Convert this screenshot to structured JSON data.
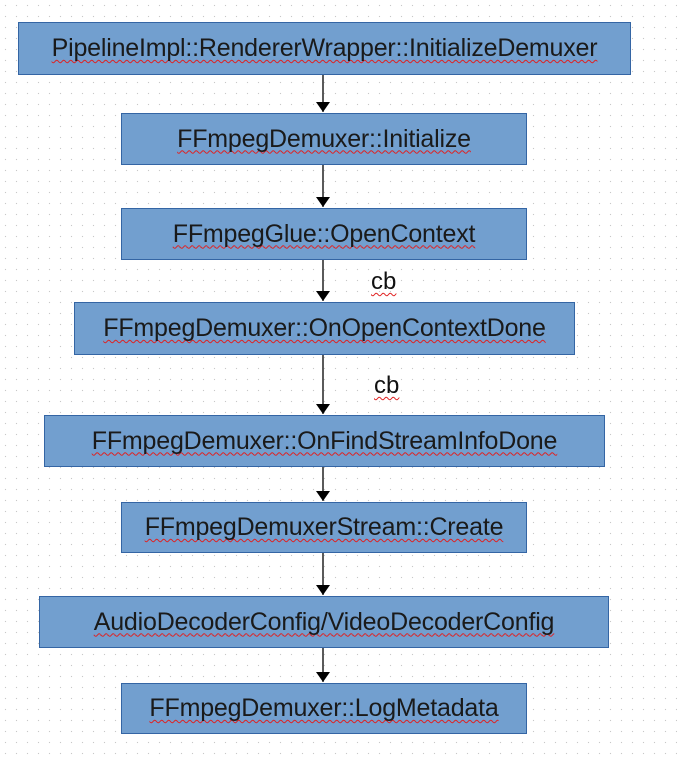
{
  "diagram": {
    "nodes": [
      {
        "id": "n1",
        "label": "PipelineImpl::RendererWrapper::InitializeDemuxer"
      },
      {
        "id": "n2",
        "label": "FFmpegDemuxer::Initialize"
      },
      {
        "id": "n3",
        "label": "FFmpegGlue::OpenContext"
      },
      {
        "id": "n4",
        "label": "FFmpegDemuxer::OnOpenContextDone"
      },
      {
        "id": "n5",
        "label": "FFmpegDemuxer::OnFindStreamInfoDone"
      },
      {
        "id": "n6",
        "label": "FFmpegDemuxerStream::Create"
      },
      {
        "id": "n7",
        "label": "AudioDecoderConfig/VideoDecoderConfig"
      },
      {
        "id": "n8",
        "label": "FFmpegDemuxer::LogMetadata"
      }
    ],
    "edges": [
      {
        "from": "n1",
        "to": "n2",
        "label": ""
      },
      {
        "from": "n2",
        "to": "n3",
        "label": ""
      },
      {
        "from": "n3",
        "to": "n4",
        "label": "cb"
      },
      {
        "from": "n4",
        "to": "n5",
        "label": "cb"
      },
      {
        "from": "n5",
        "to": "n6",
        "label": ""
      },
      {
        "from": "n6",
        "to": "n7",
        "label": ""
      },
      {
        "from": "n7",
        "to": "n8",
        "label": ""
      }
    ],
    "colors": {
      "node_fill": "#729fcf",
      "node_border": "#3465a4",
      "arrow": "#000000",
      "spellcheck_underline": "#e02020"
    }
  }
}
